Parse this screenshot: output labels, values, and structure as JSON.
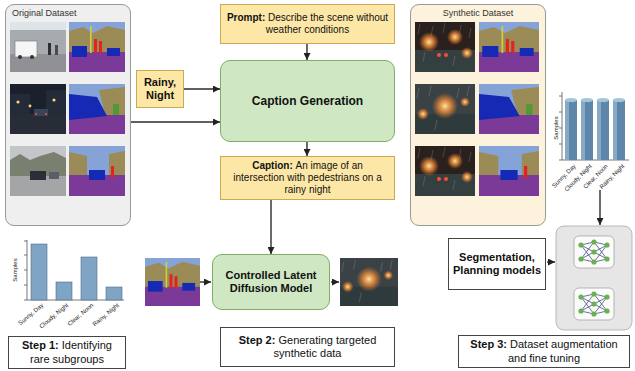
{
  "diagram": {
    "nodes": [
      {
        "text": [
          "Original Dataset"
        ]
      },
      {
        "text": [
          "Prompt:",
          "Describe the scene without weather conditions"
        ]
      },
      {
        "text": [
          "Synthetic Dataset"
        ]
      },
      {
        "text": [
          "Rainy, Night"
        ]
      },
      {
        "text": [
          "Caption Generation"
        ]
      },
      {
        "text": [
          "Caption:",
          "An image of an intersection with pedestrians on a rainy night"
        ]
      },
      {
        "text": [
          "Segmentation, Planning models"
        ]
      },
      {
        "text": [
          "Controlled Latent Diffusion Model"
        ]
      },
      {
        "text": [
          "Step 1:",
          "Identifying rare subgroups"
        ]
      },
      {
        "text": [
          "Step 2:",
          "Generating targeted synthetic data"
        ]
      },
      {
        "text": [
          "Step 3:",
          "Dataset augmentation and fine tuning"
        ]
      }
    ],
    "edges": [
      {
        "from": 3,
        "to": 4,
        "arrow": "to"
      },
      {
        "from": 0,
        "to": 4,
        "arrow": "to"
      },
      {
        "from": 1,
        "to": 4,
        "arrow": "to"
      },
      {
        "from": 4,
        "to": 5,
        "arrow": "to"
      },
      {
        "from": 5,
        "to": 7,
        "arrow": "to"
      }
    ],
    "labels": [
      "Sunny, Day",
      "Cloudy, Night",
      "Clear, Noon",
      "Rainy, Night",
      "Samples",
      "Sunny, Day",
      "Cloudy, Night",
      "Clear, Noon",
      "Rainy, Night",
      "Samples"
    ]
  }
}
